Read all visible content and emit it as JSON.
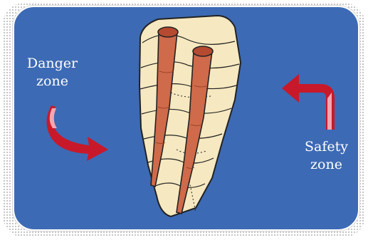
{
  "labels": {
    "danger_line1": "Danger",
    "danger_line2": "zone",
    "safety_line1": "Safety",
    "safety_line2": "zone"
  },
  "colors": {
    "background": "#3d6ab4",
    "tooth": "#f6e8c0",
    "canal": "#cf6a4a",
    "arrow": "#c8192a",
    "arrow_highlight": "#f3a7b0",
    "text": "#ffffff"
  }
}
